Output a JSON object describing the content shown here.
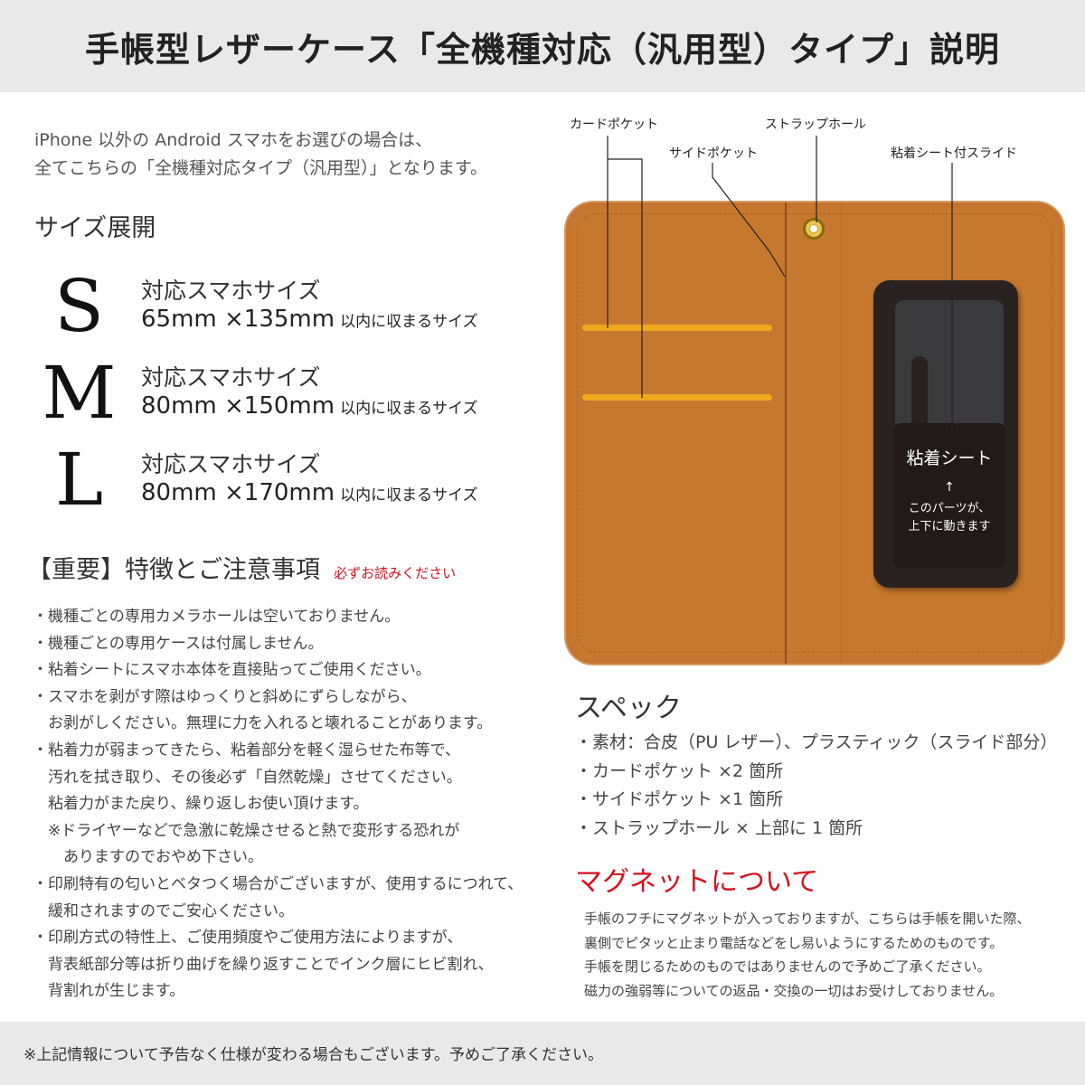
{
  "header": {
    "title": "手帳型レザーケース「全機種対応（汎用型）タイプ」説明"
  },
  "intro": [
    "iPhone 以外の Android スマホをお選びの場合は、",
    "全てこちらの「全機種対応タイプ（汎用型）」となります。"
  ],
  "sizes": {
    "heading": "サイズ展開",
    "items": [
      {
        "letter": "S",
        "label": "対応スマホサイズ",
        "dims": "65mm ×135mm",
        "suffix": "以内に収まるサイズ"
      },
      {
        "letter": "M",
        "label": "対応スマホサイズ",
        "dims": "80mm ×150mm",
        "suffix": "以内に収まるサイズ"
      },
      {
        "letter": "L",
        "label": "対応スマホサイズ",
        "dims": "80mm ×170mm",
        "suffix": "以内に収まるサイズ"
      }
    ]
  },
  "notes": {
    "heading": "【重要】特徴とご注意事項",
    "must_read": "必ずお読みください",
    "lines": [
      "・機種ごとの専用カメラホールは空いておりません。",
      "・機種ごとの専用ケースは付属しません。",
      "・粘着シートにスマホ本体を直接貼ってご使用ください。",
      "・スマホを剥がす際はゆっくりと斜めにずらしながら、",
      "　お剥がしください。無理に力を入れると壊れることがあります。",
      "・粘着力が弱まってきたら、粘着部分を軽く湿らせた布等で、",
      "　汚れを拭き取り、その後必ず「自然乾燥」させてください。",
      "　粘着力がまた戻り、繰り返しお使い頂けます。",
      "　※ドライヤーなどで急激に乾燥させると熱で変形する恐れが",
      "　　ありますのでおやめ下さい。",
      "・印刷特有の匂いとベタつく場合がございますが、使用するにつれて、",
      "　緩和されますのでご安心ください。",
      "・印刷方式の特性上、ご使用頻度やご使用方法によりますが、",
      "　背表紙部分等は折り曲げを繰り返すことでインク層にヒビ割れ、",
      "　背割れが生じます。"
    ]
  },
  "diagram": {
    "labels": {
      "card_pocket": "カードポケット",
      "side_pocket": "サイドポケット",
      "strap_hole": "ストラップホール",
      "slide": "粘着シート付スライド"
    },
    "sheet_title": "粘着シート",
    "arrow": "↑",
    "sheet_desc": [
      "このパーツが、",
      "上下に動きます"
    ],
    "colors": {
      "leather": "#c7782f",
      "pocket": "#f0a81e",
      "slide": "#2a2220"
    }
  },
  "spec": {
    "heading": "スペック",
    "lines": [
      "・素材：合皮（PU レザー）、プラスティック（スライド部分）",
      "・カードポケット ×2 箇所",
      "・サイドポケット ×1 箇所",
      "・ストラップホール × 上部に 1 箇所"
    ]
  },
  "magnet": {
    "heading": "マグネットについて",
    "lines": [
      "手帳のフチにマグネットが入っておりますが、こちらは手帳を開いた際、",
      "裏側でピタッと止まり電話などをし易いようにするためのものです。",
      "手帳を閉じるためのものではありませんので予めご了承ください。",
      "磁力の強弱等についての返品・交換の一切はお受けしておりません。"
    ]
  },
  "footer": {
    "text": "※上記情報について予告なく仕様が変わる場合もございます。予めご了承ください。"
  }
}
